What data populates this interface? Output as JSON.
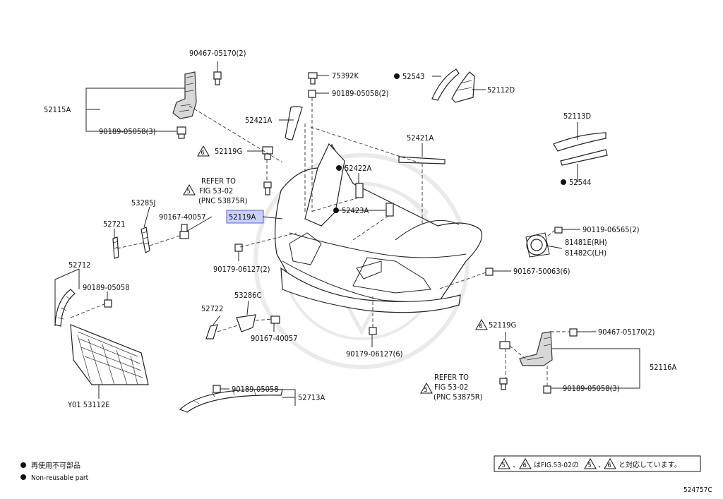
{
  "diagram": {
    "catalog_code": "524757C",
    "legend": {
      "nonreusable_jp": "再使用不可部品",
      "nonreusable_en": "Non-reusable part",
      "note_jp": "はFIG.53-02の",
      "note_jp_tail": "と対応しています。"
    },
    "warn_numbers": [
      "5",
      "6"
    ],
    "labels": {
      "p90467_top": "90467-05170(2)",
      "p52115A": "52115A",
      "p90189_3_left": "90189-05058(3)",
      "p52119G_left": "52119G",
      "refer1_a": "REFER TO",
      "refer1_b": "FIG 53-02",
      "refer1_c": "(PNC 53875R)",
      "p53285J": "53285J",
      "p52721": "52721",
      "p90167_40057_left": "90167-40057",
      "p52119A": "52119A",
      "p52712": "52712",
      "p90189_05058_grille": "90189-05058",
      "p90179_2": "90179-06127(2)",
      "p52722": "52722",
      "p53286C": "53286C",
      "p90167_40057_low": "90167-40057",
      "pY01": "Y01 53112E",
      "p90189_05058_strip": "90189-05058",
      "p52713A": "52713A",
      "p75392K": "75392K",
      "p90189_05058_2": "90189-05058(2)",
      "p52421A_left": "52421A",
      "p52422A": "52422A",
      "p52423A": "52423A",
      "p52421A_right": "52421A",
      "p52543": "52543",
      "p52112D": "52112D",
      "p52113D": "52113D",
      "p52544": "52544",
      "p90119": "90119-06565(2)",
      "p81481E": "81481E(RH)",
      "p81482C": "81482C(LH)",
      "p90167_50063": "90167-50063(6)",
      "p90179_6": "90179-06127(6)",
      "p52119G_right": "52119G",
      "p90467_right": "90467-05170(2)",
      "p52116A": "52116A",
      "refer2_a": "REFER TO",
      "refer2_b": "FIG 53-02",
      "refer2_c": "(PNC 53875R)",
      "p90189_3_right": "90189-05058(3)"
    }
  }
}
